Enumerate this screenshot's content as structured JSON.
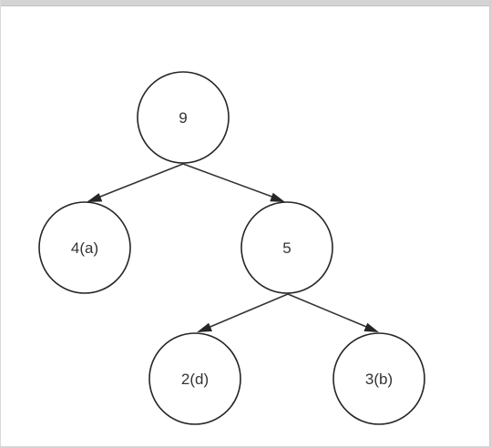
{
  "diagram": {
    "nodes": {
      "root": "9",
      "left": "4(a)",
      "right": "5",
      "right_left": "2(d)",
      "right_right": "3(b)"
    }
  }
}
